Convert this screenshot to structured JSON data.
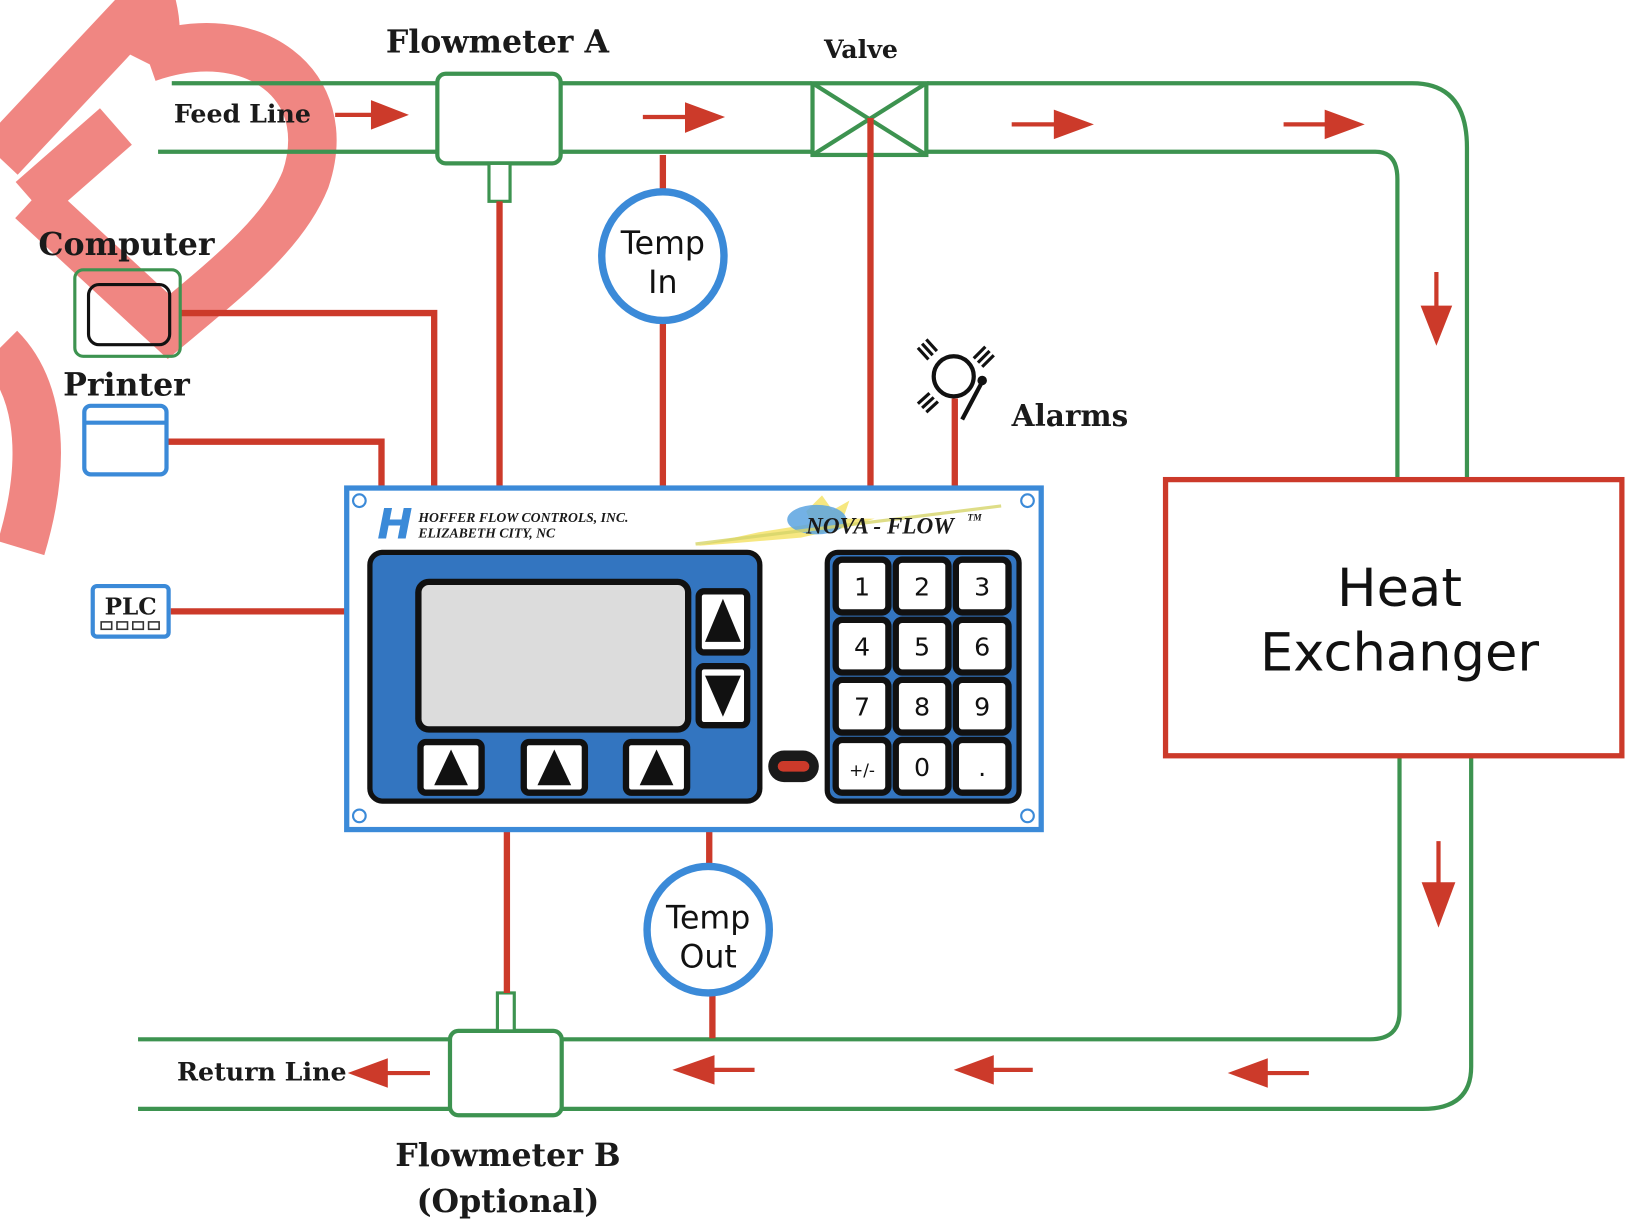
{
  "colors": {
    "pipe": "#3d9350",
    "wire": "#cc3a2a",
    "arrow": "#cc3a2a",
    "sensor_ring": "#3b8ad8",
    "panel_border": "#3b8ad8",
    "panel_face": "#3375c0",
    "display": "#dcdcdc",
    "heat_exchanger_border": "#cc3a2a",
    "watermark": "#f08682"
  },
  "labels": {
    "feed_line": "Feed Line",
    "return_line": "Return Line",
    "flowmeter_a": "Flowmeter A",
    "flowmeter_b": "Flowmeter B",
    "flowmeter_b_note": "(Optional)",
    "valve": "Valve",
    "temp_in_line1": "Temp",
    "temp_in_line2": "In",
    "temp_out_line1": "Temp",
    "temp_out_line2": "Out",
    "alarms": "Alarms",
    "computer": "Computer",
    "printer": "Printer",
    "plc": "PLC",
    "heat_exchanger_line1": "Heat",
    "heat_exchanger_line2": "Exchanger"
  },
  "controller": {
    "company_line1": "HOFFER FLOW CONTROLS, INC.",
    "company_line2": "ELIZABETH CITY, NC",
    "logo_letter": "H",
    "product_name": "NOVA - FLOW",
    "trademark": "TM",
    "keypad": [
      "1",
      "2",
      "3",
      "4",
      "5",
      "6",
      "7",
      "8",
      "9",
      "+/-",
      "0",
      "."
    ],
    "nav_buttons": [
      "up-arrow",
      "down-arrow"
    ],
    "soft_buttons": [
      "soft-key-1",
      "soft-key-2",
      "soft-key-3"
    ],
    "indicator": "status-led"
  },
  "icons": {
    "alarm": "alarm-bell-icon",
    "computer": "monitor-icon",
    "printer": "printer-icon",
    "plc": "plc-module-icon",
    "flow_arrow": "flow-direction-arrow-icon"
  }
}
